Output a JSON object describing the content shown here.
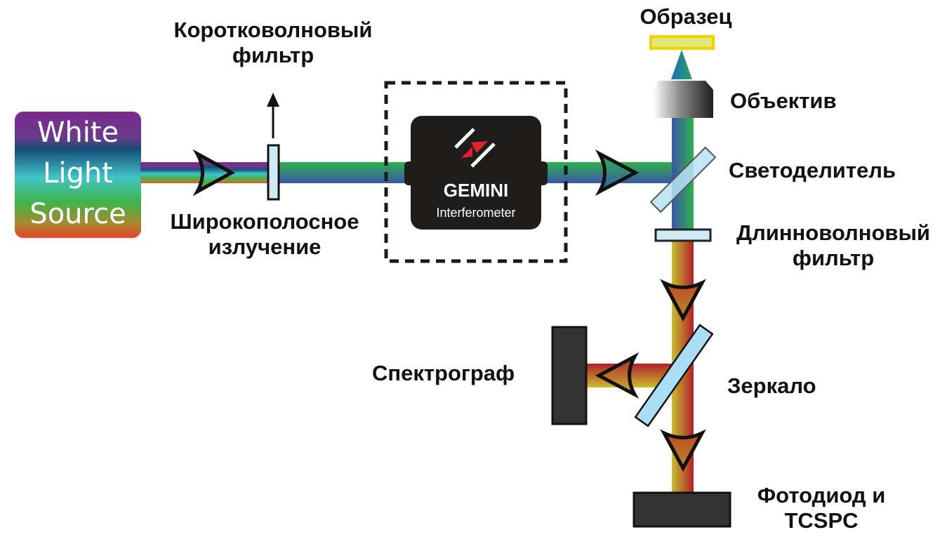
{
  "source": {
    "lines": [
      "White",
      "Light",
      "Source"
    ]
  },
  "interferometer": {
    "brand": "GEMINI",
    "subtitle": "Interferometer"
  },
  "labels": {
    "shortpass_filter": [
      "Коротковолновый",
      "фильтр"
    ],
    "broadband": [
      "Широкополосное",
      "излучение"
    ],
    "sample": "Образец",
    "objective": "Объектив",
    "beamsplitter": "Светоделитель",
    "longpass_filter": [
      "Длинноволновый",
      "фильтр"
    ],
    "spectrograph": "Спектрограф",
    "mirror": "Зеркало",
    "detector": [
      "Фотодиод и",
      "TCSPC"
    ]
  },
  "colors": {
    "device_dark": "#333333",
    "optic_fill": "#c9e8f5",
    "sample_border": "#f5d000",
    "sample_fill": "#e0e87a",
    "logo_red": "#e0232a"
  }
}
